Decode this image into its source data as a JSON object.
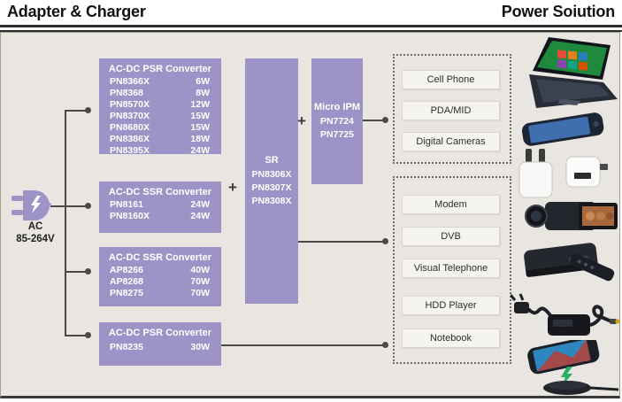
{
  "header": {
    "left_title": "Adapter & Charger",
    "right_title": "Power Soiution"
  },
  "ac_source": {
    "icon": "ac-plug-icon",
    "label_line1": "AC",
    "label_line2": "85-264V"
  },
  "converters": [
    {
      "title": "AC-DC PSR Converter",
      "rows": [
        {
          "part": "PN8366X",
          "power": "6W"
        },
        {
          "part": "PN8368",
          "power": "8W"
        },
        {
          "part": "PN8570X",
          "power": "12W"
        },
        {
          "part": "PN8370X",
          "power": "15W"
        },
        {
          "part": "PN8680X",
          "power": "15W"
        },
        {
          "part": "PN8386X",
          "power": "18W"
        },
        {
          "part": "PN8395X",
          "power": "24W"
        }
      ]
    },
    {
      "title": "AC-DC SSR Converter",
      "rows": [
        {
          "part": "PN8161",
          "power": "24W"
        },
        {
          "part": "PN8160X",
          "power": "24W"
        }
      ]
    },
    {
      "title": "AC-DC SSR Converter",
      "rows": [
        {
          "part": "AP8266",
          "power": "40W"
        },
        {
          "part": "AP8268",
          "power": "70W"
        },
        {
          "part": "PN8275",
          "power": "70W"
        }
      ]
    },
    {
      "title": "AC-DC PSR Converter",
      "rows": [
        {
          "part": "PN8235",
          "power": "30W"
        }
      ]
    }
  ],
  "sr_block": {
    "title": "SR",
    "parts": [
      "PN8306X",
      "PN8307X",
      "PN8308X"
    ]
  },
  "micro_ipm_block": {
    "title": "Micro IPM",
    "parts": [
      "PN7724",
      "PN7725"
    ]
  },
  "plus_signs": {
    "left": "+",
    "middle": "+"
  },
  "application_groups": [
    {
      "items": [
        "Cell Phone",
        "PDA/MID",
        "Digital Cameras"
      ]
    },
    {
      "items": [
        "Modem",
        "DVB",
        "Visual Telephone",
        "HDD Player",
        "Notebook"
      ]
    }
  ],
  "device_images": [
    "windows8-laptop",
    "smartphone",
    "usb-wall-chargers",
    "camcorder",
    "hdd-player-with-remote",
    "laptop-power-adapter",
    "wireless-charging-pad-phone"
  ],
  "colors": {
    "block_purple": "#9e93c6",
    "canvas_bg": "#e9e6e2",
    "line": "#4a4a4a",
    "label_bg": "#f5f4f1"
  }
}
